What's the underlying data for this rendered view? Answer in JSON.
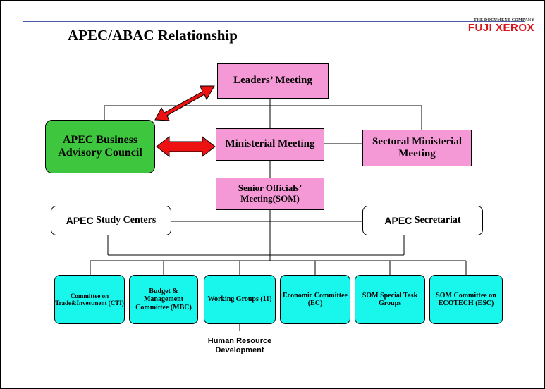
{
  "slide": {
    "title": "APEC/ABAC Relationship",
    "brand_tagline": "THE DOCUMENT COMPANY",
    "brand_name": "FUJI XEROX"
  },
  "nodes": {
    "leaders": "Leaders’ Meeting",
    "ministerial": "Ministerial Meeting",
    "sectoral": "Sectoral Ministerial Meeting",
    "abac": "APEC Business Advisory Council",
    "som": "Senior Officials’ Meeting(SOM)",
    "study_centers_apec": "APEC",
    "study_centers_rest": " Study Centers",
    "secretariat_apec": "APEC",
    "secretariat_rest": " Secretariat",
    "cti": "Committee on Trade&Investment (CTI)",
    "mbc": "Budget & Management Committee (MBC)",
    "wg": "Working Groups (11)",
    "ec": "Economic Committee (EC)",
    "som_special": "SOM Special Task Groups",
    "esc": "SOM Committee on ECOTECH (ESC)"
  },
  "note": "Human Resource Development",
  "colors": {
    "pink": "#f598d6",
    "green": "#3ec63e",
    "cyan": "#19f6ec",
    "arrow": "#ee1111",
    "rule": "#4a5ba8",
    "brand": "#d8141c"
  }
}
